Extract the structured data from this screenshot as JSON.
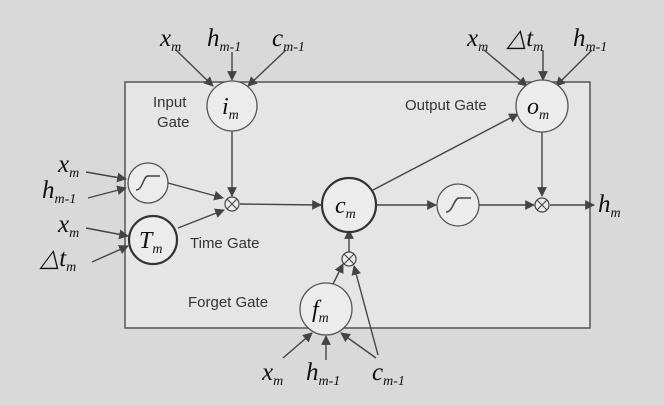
{
  "colors": {
    "background": "#d9d9d9",
    "cell_fill": "#e5e5e5",
    "node_fill": "#ececec",
    "stroke": "#555555",
    "text": "#111111"
  },
  "gates": {
    "input": {
      "line1": "Input",
      "line2": "Gate"
    },
    "output": "Output Gate",
    "time": "Time Gate",
    "forget": "Forget Gate"
  },
  "nodes": {
    "input": {
      "symbol": "i",
      "sub": "m"
    },
    "output": {
      "symbol": "o",
      "sub": "m"
    },
    "cell": {
      "symbol": "c",
      "sub": "m"
    },
    "time": {
      "symbol": "T",
      "sub": "m"
    },
    "forget": {
      "symbol": "f",
      "sub": "m"
    }
  },
  "inputs": {
    "input_gate": [
      {
        "symbol": "x",
        "sub": "m"
      },
      {
        "symbol": "h",
        "sub": "m-1"
      },
      {
        "symbol": "c",
        "sub": "m-1"
      }
    ],
    "output_gate": [
      {
        "symbol": "x",
        "sub": "m"
      },
      {
        "symbol": "△t",
        "sub": "m"
      },
      {
        "symbol": "h",
        "sub": "m-1"
      }
    ],
    "left_upper": [
      {
        "symbol": "x",
        "sub": "m"
      },
      {
        "symbol": "h",
        "sub": "m-1"
      }
    ],
    "left_lower": [
      {
        "symbol": "x",
        "sub": "m"
      },
      {
        "symbol": "△t",
        "sub": "m"
      }
    ],
    "forget_gate": [
      {
        "symbol": "x",
        "sub": "m"
      },
      {
        "symbol": "h",
        "sub": "m-1"
      },
      {
        "symbol": "c",
        "sub": "m-1"
      }
    ]
  },
  "output": {
    "symbol": "h",
    "sub": "m"
  }
}
